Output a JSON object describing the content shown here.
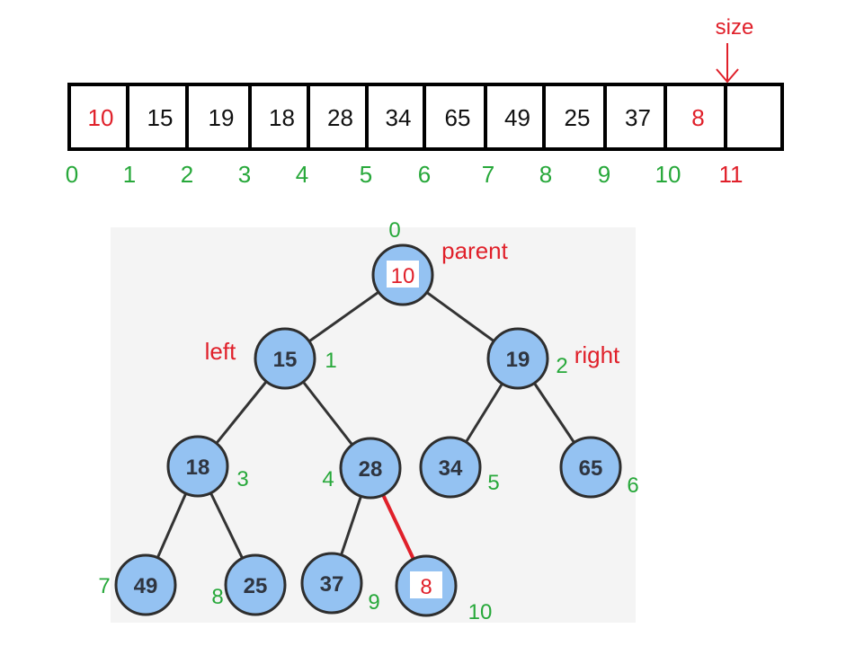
{
  "size_label": "size",
  "colors": {
    "cell_text": "#111111",
    "highlight_text": "#e0202a",
    "index_text": "#27a83a",
    "node_fill": "#94c2f2",
    "node_stroke": "#2e2e2e",
    "node_text": "#2f3540",
    "edge": "#333333",
    "new_edge": "#e0202a",
    "panel_bg": "#f4f4f4"
  },
  "array": {
    "cells": [
      {
        "value": "10",
        "highlight": true
      },
      {
        "value": "15",
        "highlight": false
      },
      {
        "value": "19",
        "highlight": false
      },
      {
        "value": "18",
        "highlight": false
      },
      {
        "value": "28",
        "highlight": false
      },
      {
        "value": "34",
        "highlight": false
      },
      {
        "value": "65",
        "highlight": false
      },
      {
        "value": "49",
        "highlight": false
      },
      {
        "value": "25",
        "highlight": false
      },
      {
        "value": "37",
        "highlight": false
      },
      {
        "value": "8",
        "highlight": true
      },
      {
        "value": "",
        "highlight": false
      }
    ],
    "indices": [
      {
        "label": "0",
        "highlight": false
      },
      {
        "label": "1",
        "highlight": false
      },
      {
        "label": "2",
        "highlight": false
      },
      {
        "label": "3",
        "highlight": false
      },
      {
        "label": "4",
        "highlight": false
      },
      {
        "label": "5",
        "highlight": false
      },
      {
        "label": "6",
        "highlight": false
      },
      {
        "label": "7",
        "highlight": false
      },
      {
        "label": "8",
        "highlight": false
      },
      {
        "label": "9",
        "highlight": false
      },
      {
        "label": "10",
        "highlight": false
      },
      {
        "label": "11",
        "highlight": true
      }
    ]
  },
  "tree": {
    "nodes": [
      {
        "id": 0,
        "value": "10",
        "index": "0",
        "highlight": true
      },
      {
        "id": 1,
        "value": "15",
        "index": "1",
        "highlight": false
      },
      {
        "id": 2,
        "value": "19",
        "index": "2",
        "highlight": false
      },
      {
        "id": 3,
        "value": "18",
        "index": "3",
        "highlight": false
      },
      {
        "id": 4,
        "value": "28",
        "index": "4",
        "highlight": false
      },
      {
        "id": 5,
        "value": "34",
        "index": "5",
        "highlight": false
      },
      {
        "id": 6,
        "value": "65",
        "index": "6",
        "highlight": false
      },
      {
        "id": 7,
        "value": "49",
        "index": "7",
        "highlight": false
      },
      {
        "id": 8,
        "value": "25",
        "index": "8",
        "highlight": false
      },
      {
        "id": 9,
        "value": "37",
        "index": "9",
        "highlight": false
      },
      {
        "id": 10,
        "value": "8",
        "index": "10",
        "highlight": true
      }
    ],
    "edges": [
      {
        "from": 0,
        "to": 1,
        "highlight": false
      },
      {
        "from": 0,
        "to": 2,
        "highlight": false
      },
      {
        "from": 1,
        "to": 3,
        "highlight": false
      },
      {
        "from": 1,
        "to": 4,
        "highlight": false
      },
      {
        "from": 2,
        "to": 5,
        "highlight": false
      },
      {
        "from": 2,
        "to": 6,
        "highlight": false
      },
      {
        "from": 3,
        "to": 7,
        "highlight": false
      },
      {
        "from": 3,
        "to": 8,
        "highlight": false
      },
      {
        "from": 4,
        "to": 9,
        "highlight": false
      },
      {
        "from": 4,
        "to": 10,
        "highlight": true
      }
    ],
    "annotations": [
      {
        "node": 0,
        "text": "parent"
      },
      {
        "node": 1,
        "text": "left"
      },
      {
        "node": 2,
        "text": "right"
      }
    ]
  }
}
